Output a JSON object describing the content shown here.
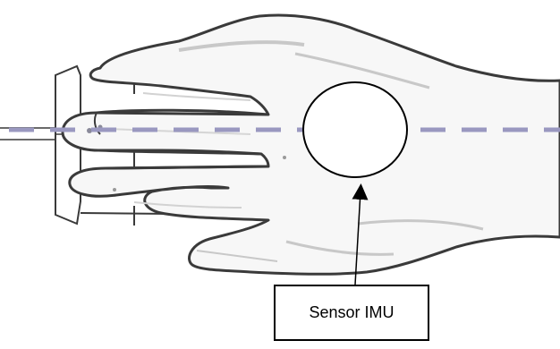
{
  "annotation": {
    "label": "Sensor IMU"
  },
  "colors": {
    "outline": "#3a3a3a",
    "shade": "#c8c8c8",
    "axis_dash": "#9a98c0",
    "box_border": "#000000",
    "sensor_fill": "#ffffff"
  },
  "icons": {
    "hand": "hand-on-mouse-illustration",
    "sensor": "sensor-circle",
    "pointer": "arrow-up"
  }
}
